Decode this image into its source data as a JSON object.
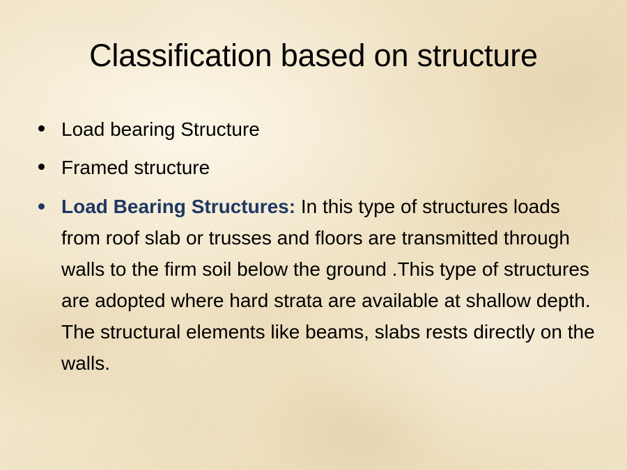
{
  "slide": {
    "title": "Classification based on structure",
    "background_color": "#efe2c3",
    "title_color": "#000000",
    "body_color": "#000000",
    "accent_color": "#1f3864",
    "bullets": [
      {
        "id": "load-bearing-structure",
        "marker_color": "#000000",
        "text": "Load bearing Structure"
      },
      {
        "id": "framed-structure",
        "marker_color": "#000000",
        "text": "Framed structure"
      },
      {
        "id": "load-bearing-structures-detail",
        "marker_color": "#1f3864",
        "lead": "Load Bearing Structures:",
        "text": " In this type of structures loads from roof slab or trusses and floors are transmitted through walls to the firm soil below the ground .This type of structures are adopted where hard strata are available at shallow depth. The structural elements like beams, slabs rests directly on the walls."
      }
    ]
  }
}
